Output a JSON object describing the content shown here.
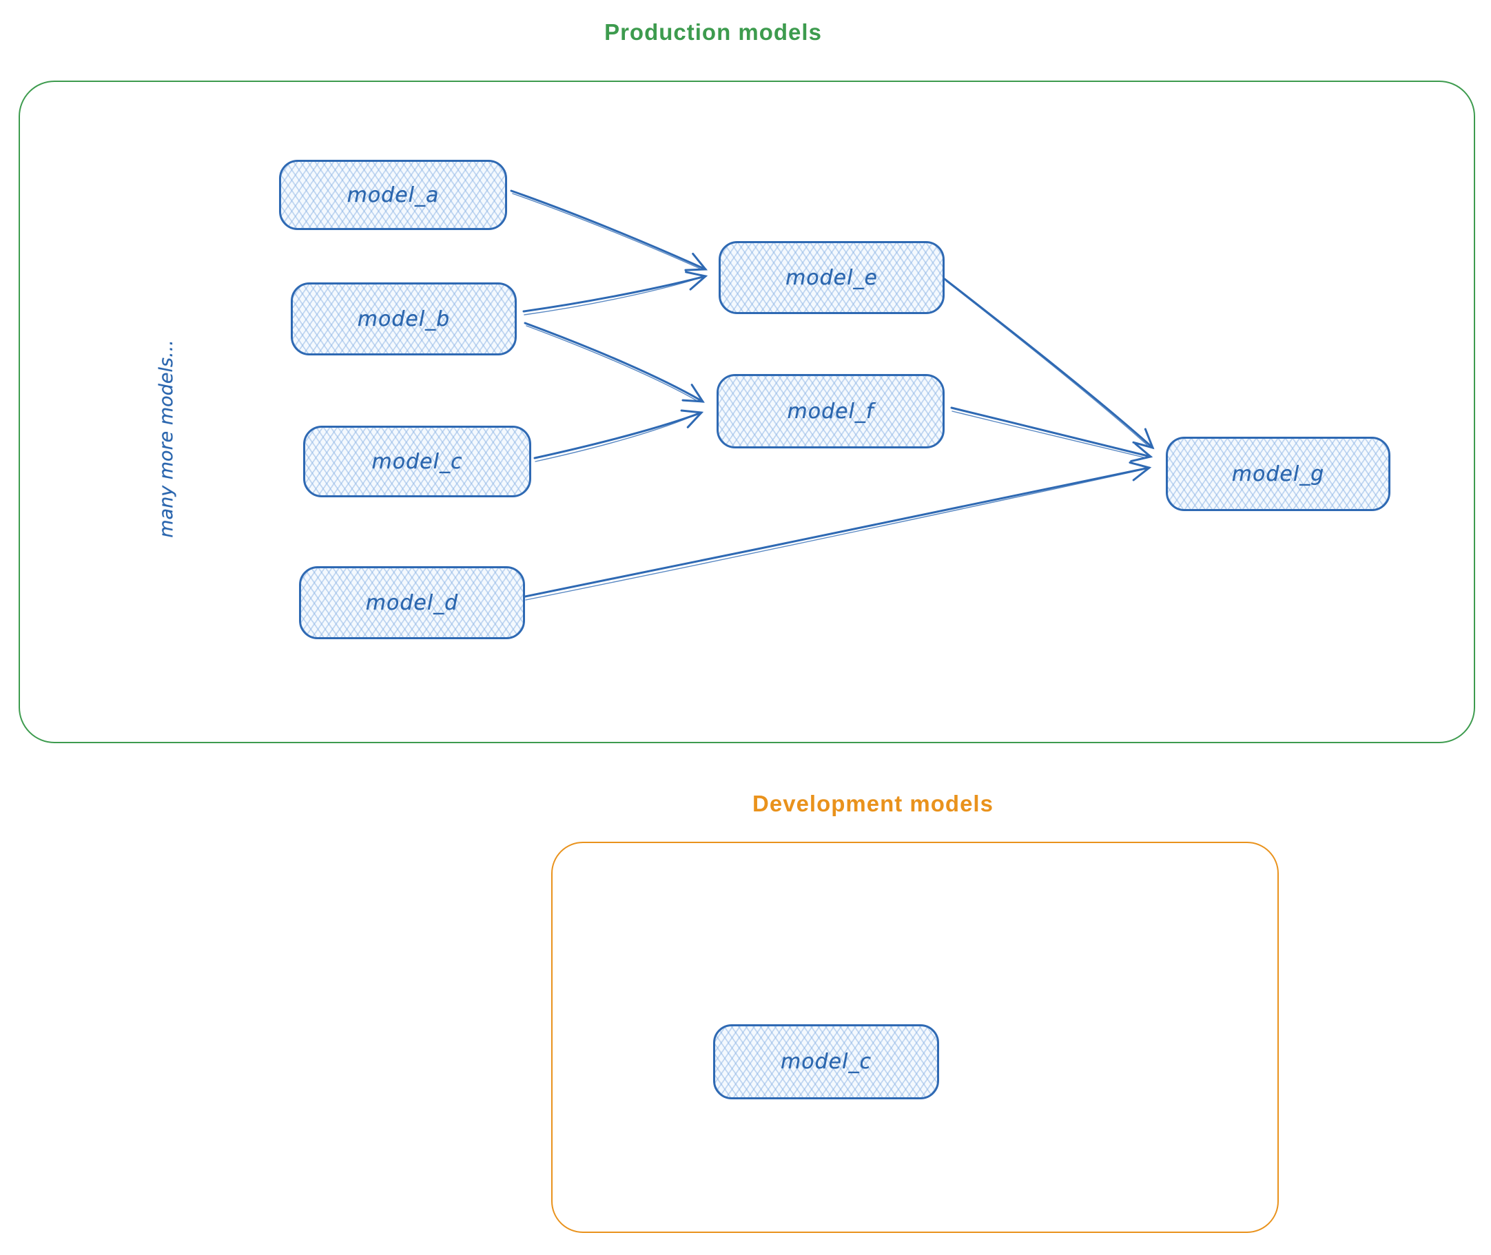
{
  "diagram": {
    "style": {
      "node_border_color": "#2e69b3",
      "node_fill_color": "#f4f9fe",
      "node_hatch_color": "#a9cbee",
      "node_text_color": "#2b66ae",
      "production_color": "#3d9b4e",
      "development_color": "#e9921c",
      "arrow_color": "#2e69b3"
    },
    "production": {
      "title": "Production models",
      "note": "many more models...",
      "nodes": [
        {
          "id": "model_a",
          "label": "model_a"
        },
        {
          "id": "model_b",
          "label": "model_b"
        },
        {
          "id": "model_c",
          "label": "model_c"
        },
        {
          "id": "model_d",
          "label": "model_d"
        },
        {
          "id": "model_e",
          "label": "model_e"
        },
        {
          "id": "model_f",
          "label": "model_f"
        },
        {
          "id": "model_g",
          "label": "model_g"
        }
      ],
      "edges": [
        {
          "from": "model_a",
          "to": "model_e"
        },
        {
          "from": "model_b",
          "to": "model_e"
        },
        {
          "from": "model_b",
          "to": "model_f"
        },
        {
          "from": "model_c",
          "to": "model_f"
        },
        {
          "from": "model_e",
          "to": "model_g"
        },
        {
          "from": "model_f",
          "to": "model_g"
        },
        {
          "from": "model_d",
          "to": "model_g"
        }
      ]
    },
    "development": {
      "title": "Development models",
      "nodes": [
        {
          "id": "model_c_dev",
          "label": "model_c"
        }
      ]
    }
  }
}
